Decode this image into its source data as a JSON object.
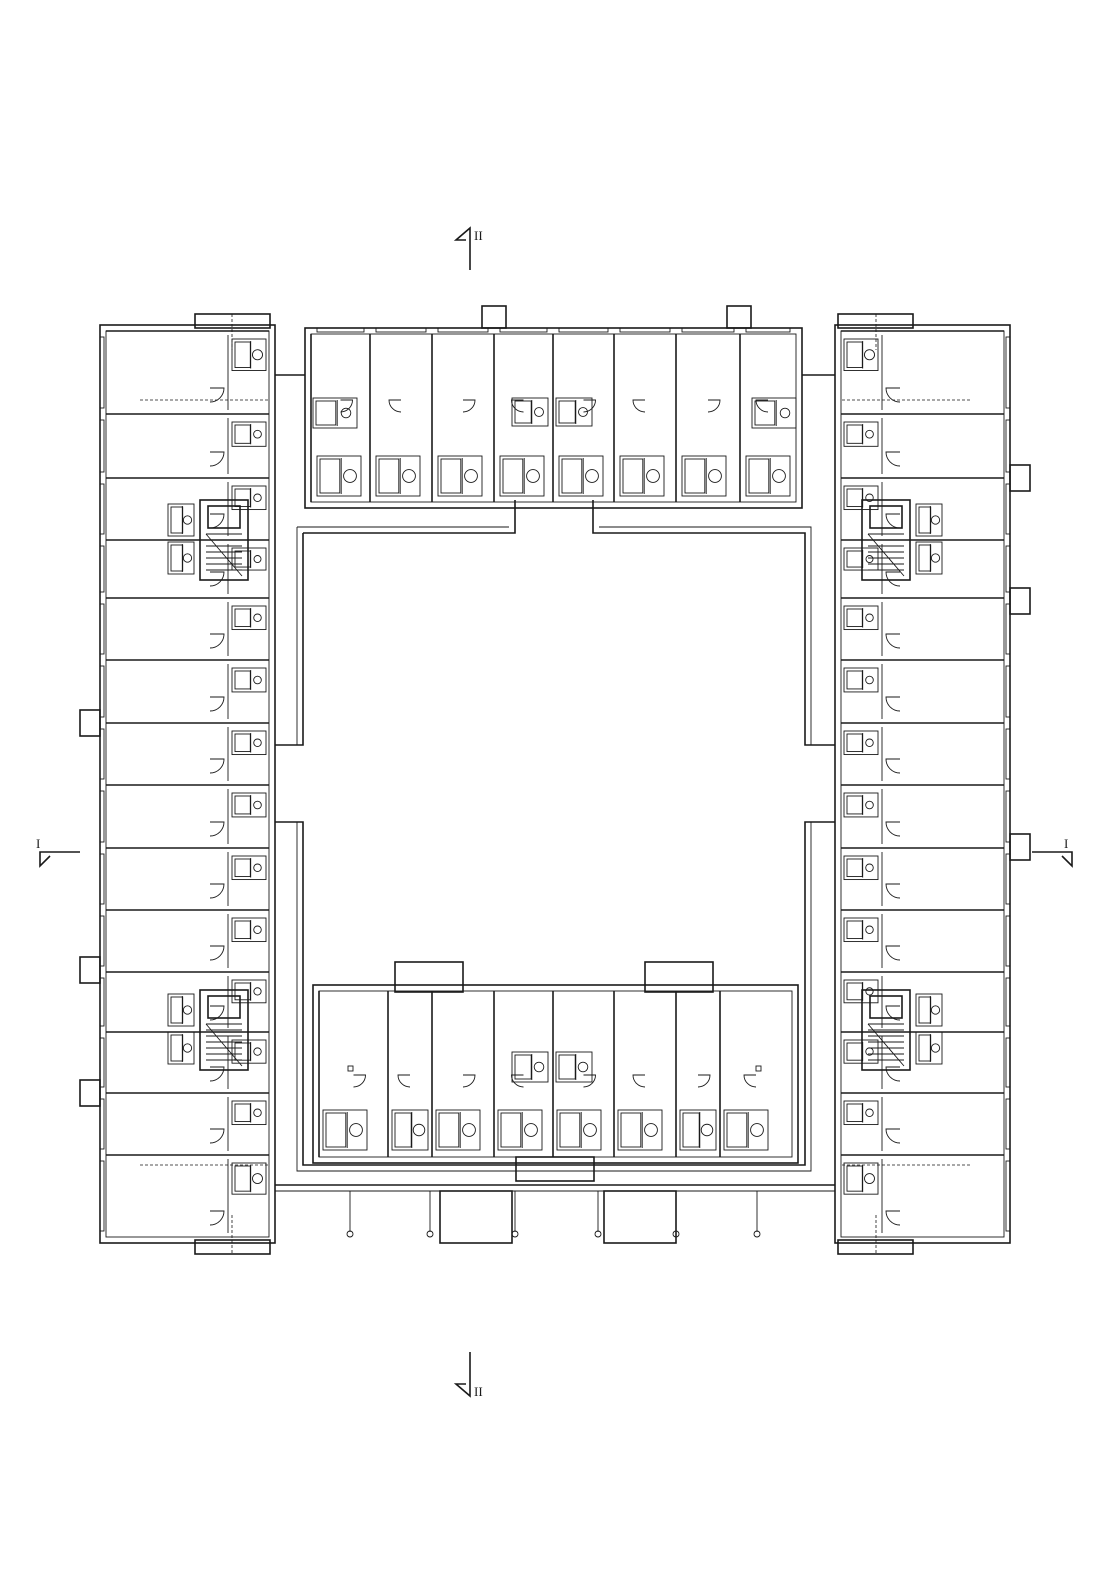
{
  "drawing": {
    "ink": "#1a1a1a",
    "paper": "#ffffff"
  },
  "section_marks": {
    "top": {
      "label": "II"
    },
    "bottom": {
      "label": "II"
    },
    "left": {
      "label": "I"
    },
    "right": {
      "label": "I"
    }
  },
  "layout": {
    "north_units": 8,
    "south_units": 8,
    "west_units": 14,
    "east_units": 14,
    "stair_cores": 4
  }
}
